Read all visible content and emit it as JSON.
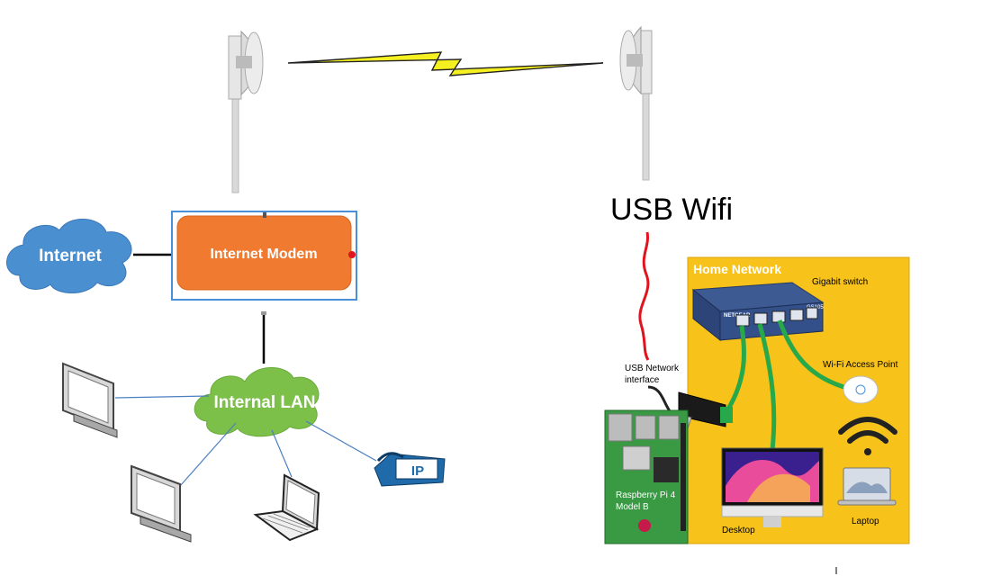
{
  "left_site": {
    "cloud_internet": "Internet",
    "modem_label": "Internet Modem",
    "cloud_lan": "Internal LAN",
    "ip_phone_badge": "IP"
  },
  "right_site": {
    "usb_wifi_label": "USB Wifi",
    "panel_title": "Home Network",
    "switch_label": "Gigabit switch",
    "switch_brand": "NETGEAR",
    "switch_model": "GS105",
    "usb_nic_label_line1": "USB Network",
    "usb_nic_label_line2": "interface",
    "access_point_label": "Wi-Fi Access Point",
    "pi_label_line1": "Raspberry Pi 4",
    "pi_label_line2": "Model B",
    "desktop_label": "Desktop",
    "laptop_label": "Laptop"
  },
  "colors": {
    "cloud": "#4a8fd0",
    "lan_cloud": "#7cc04a",
    "modem": "#ef7a30",
    "modem_border": "#4a90d9",
    "link_bolt": "#f5f020",
    "panel": "#f7c21a",
    "usb_cable": "#e0141e",
    "ethernet": "#27a84a"
  }
}
